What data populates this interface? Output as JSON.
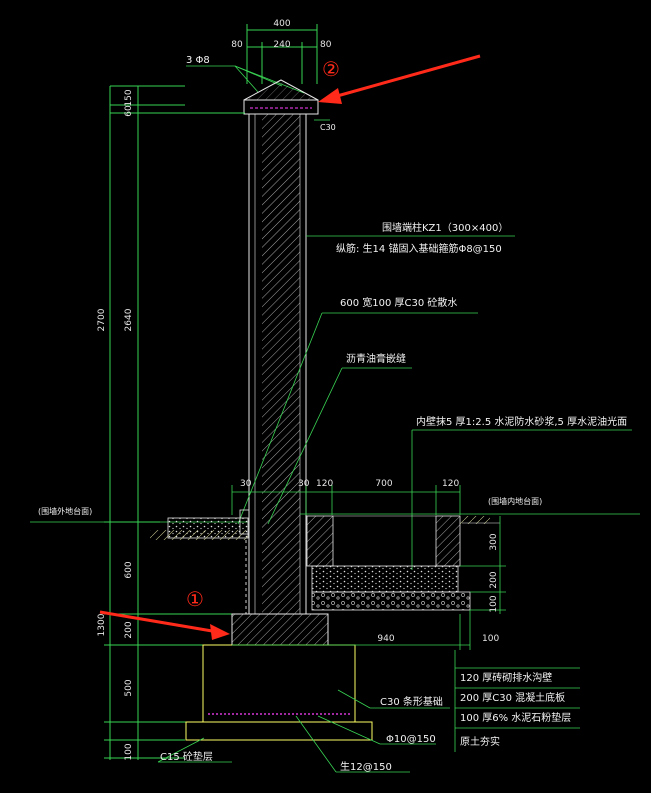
{
  "dims_top": {
    "overall": "400",
    "left_offset": "80",
    "middle": "240",
    "right_offset": "80"
  },
  "rebar_top": "3 Φ8",
  "callout_2": "②",
  "callout_1": "①",
  "cap_concrete": "C30",
  "left_dims": {
    "d150": "150",
    "d60": "60",
    "d2700": "2700",
    "d2640": "2640",
    "d600": "600",
    "d1300": "1300",
    "d200": "200",
    "d500": "500",
    "d100": "100"
  },
  "notes": {
    "column": "围墙端柱KZ1（300×400）",
    "column_rebar": "纵筋: 生14 锚固入基础箍筋Φ8@150",
    "apron": "600  宽100  厚C30  砼散水",
    "joint": "沥青油膏嵌缝",
    "wall_plaster": "内壁抹5  厚1:2.5  水泥防水砂浆,5 厚水泥油光面"
  },
  "ground_outside": "(围墙外地台面)",
  "ground_inside": "(围墙内地台面)",
  "mid_dims": {
    "d30": "30",
    "d30b": "30",
    "d120a": "120",
    "d700": "700",
    "d120b": "120"
  },
  "ditch_dims": {
    "d300": "300",
    "d200": "200",
    "d100": "100"
  },
  "base_dims": {
    "d940": "940",
    "d100": "100"
  },
  "legend": [
    "120  厚砖砌排水沟壁",
    "200  厚C30  混凝土底板",
    "100  厚6% 水泥石粉垫层",
    "原土夯实"
  ],
  "footing": "C30   条形基础",
  "rebar_phi10": "Φ10@150",
  "rebar_phi12": "生12@150",
  "cushion": "C15   砼垫层"
}
